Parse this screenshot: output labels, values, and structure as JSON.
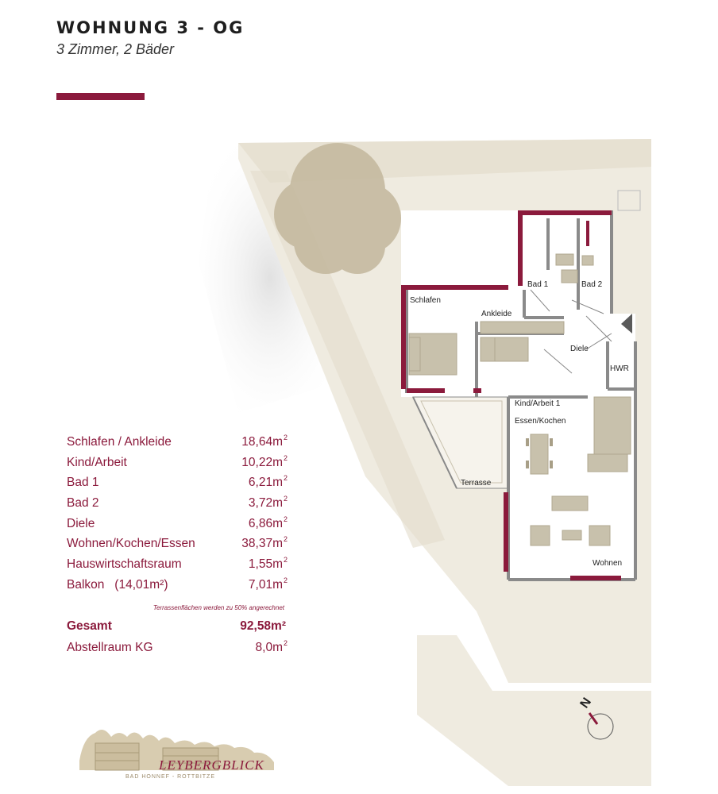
{
  "header": {
    "title": "WOHNUNG 3 - OG",
    "subtitle": "3 Zimmer, 2 Bäder"
  },
  "colors": {
    "accent": "#8b1a3c",
    "wall": "#8a8a8a",
    "ground": "#efebe0",
    "furniture": "#c8c1ac"
  },
  "rooms": {
    "schlafen": "Schlafen",
    "ankleide": "Ankleide",
    "bad1": "Bad 1",
    "bad2": "Bad 2",
    "diele": "Diele",
    "hwr": "HWR",
    "kind": "Kind/Arbeit 1",
    "essen": "Essen/Kochen",
    "terrasse": "Terrasse",
    "wohnen": "Wohnen"
  },
  "areas": [
    {
      "label": "Schlafen / Ankleide",
      "value": "18,64m",
      "unit": "2"
    },
    {
      "label": "Kind/Arbeit",
      "value": "10,22m",
      "unit": "2"
    },
    {
      "label": "Bad 1",
      "value": "6,21m",
      "unit": "2"
    },
    {
      "label": "Bad 2",
      "value": "3,72m",
      "unit": "2"
    },
    {
      "label": "Diele",
      "value": "6,86m",
      "unit": "2"
    },
    {
      "label": "Wohnen/Kochen/Essen",
      "value": "38,37m",
      "unit": "2"
    },
    {
      "label": "Hauswirtschaftsraum",
      "value": "1,55m",
      "unit": "2"
    },
    {
      "label": "Balkon   (14,01m²)",
      "value": "7,01m",
      "unit": "2"
    }
  ],
  "note": "Terrassenflächen werden zu 50% angerechnet",
  "total": {
    "label": "Gesamt",
    "value": "92,58m²"
  },
  "storage": {
    "label": "Abstellraum KG",
    "value": "8,0m",
    "unit": "2"
  },
  "compass": {
    "letter": "N"
  },
  "logo": {
    "name": "LEYBERGBLICK",
    "tagline": "BAD HONNEF - ROTTBITZE"
  }
}
